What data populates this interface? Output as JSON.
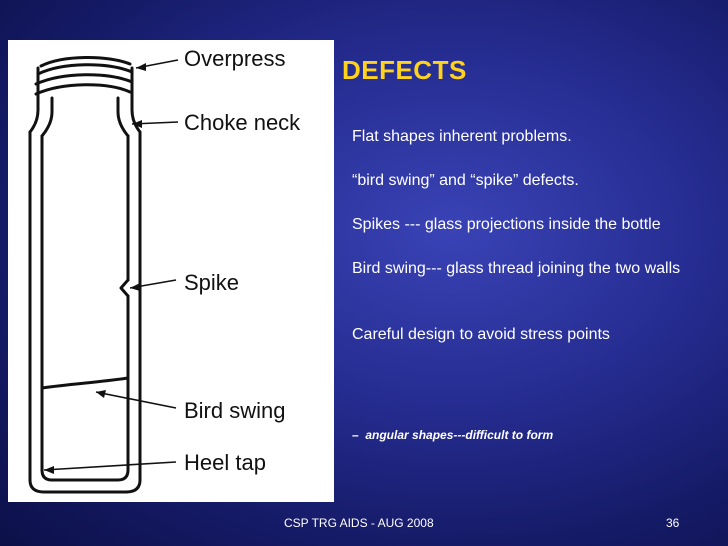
{
  "slide": {
    "title": "LE DEFECTS",
    "figure_labels": {
      "overpress": "Overpress",
      "choke_neck": "Choke neck",
      "spike": "Spike",
      "bird_swing": "Bird swing",
      "heel_tap": "Heel tap"
    },
    "body": {
      "line1": "Flat shapes inherent problems.",
      "line2": "“bird swing” and “spike” defects.",
      "line3": "Spikes --- glass projections inside the bottle",
      "line4": "Bird swing--- glass thread joining the two walls",
      "line5": "Careful design to avoid stress points",
      "bullet": "angular shapes---difficult to form"
    },
    "footer": {
      "left": "CSP TRG AIDS  -  AUG 2008",
      "page_number": "36"
    },
    "colors": {
      "title": "#ffd21c",
      "background": "#262d92",
      "text": "#ffffff"
    }
  }
}
